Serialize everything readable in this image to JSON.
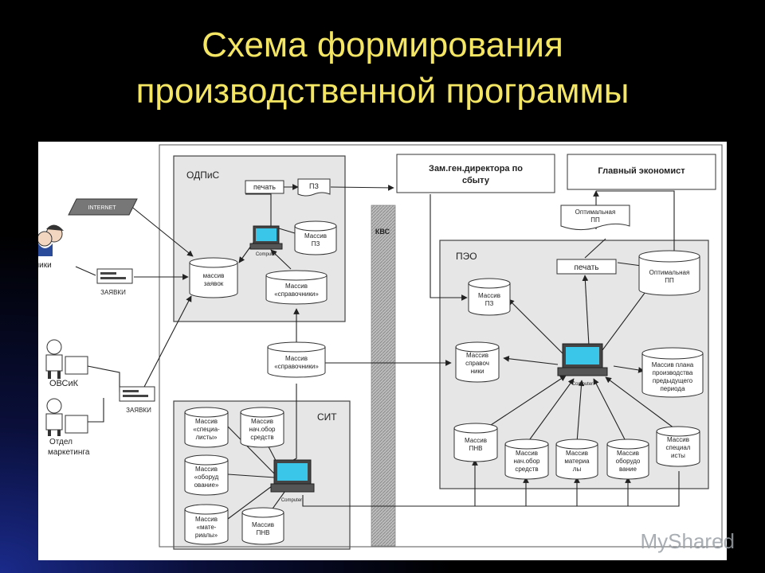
{
  "title": {
    "line1": "Схема формирования",
    "line2": "производственной программы"
  },
  "diagram": {
    "nodes": {
      "odpis_label": "ОДПиС",
      "pechat_odpis": "печать",
      "pz_doc": "ПЗ",
      "zam_dir": [
        "Зам.ген.директора по",
        "сбыту"
      ],
      "glav_econ": "Главный экономист",
      "internet": "INTERNET",
      "zakazchiki": "Заказчики",
      "zayavki_1": "ЗАЯВКИ",
      "massiv_zayavok": [
        "массив",
        "заявок"
      ],
      "massiv_pz_odpis": [
        "Массив",
        "ПЗ"
      ],
      "massiv_sprav_odpis": [
        "Массив",
        "«справочники»"
      ],
      "computer_label": "Computer",
      "kvs": "КВС",
      "optimalnaya_pp_doc": [
        "Оптимальная",
        "ПП"
      ],
      "peo_label": "ПЭО",
      "pechat_peo": "печать",
      "optimalnaya_pp_db": [
        "Оптимальная",
        "ПП"
      ],
      "massiv_pz_peo": [
        "Массив",
        "ПЗ"
      ],
      "massiv_sprav_peo": [
        "Массив",
        "справоч",
        "ники"
      ],
      "massiv_plana": [
        "Массив плана",
        "производства",
        "предыдущего",
        "периода"
      ],
      "ovsik": "ОВСиК",
      "zayavki_2": "ЗАЯВКИ",
      "otdel_marketinga": [
        "Отдел",
        "маркетинга"
      ],
      "massiv_sprav_mid": [
        "Массив",
        "«справочники»"
      ],
      "sit_label": "СИТ",
      "sit_spec": [
        "Массив",
        "«специа-",
        "листы»"
      ],
      "sit_nach": [
        "Массив",
        "нач.обор",
        "средств"
      ],
      "sit_obor": [
        "Массив",
        "«оборуд",
        "ование»"
      ],
      "sit_mater": [
        "Массив",
        "«мате-",
        "риалы»"
      ],
      "sit_pnv": [
        "Массив",
        "ПНВ"
      ],
      "peo_pnv": [
        "Массив",
        "ПНВ"
      ],
      "peo_nach": [
        "Массив",
        "нач.обор",
        "средств"
      ],
      "peo_mater": [
        "Массив",
        "материа",
        "лы"
      ],
      "peo_obor": [
        "Массив",
        "оборудо",
        "вание"
      ],
      "peo_spec": [
        "Массив",
        "специал",
        "исты"
      ]
    }
  },
  "watermark": "MyShared"
}
